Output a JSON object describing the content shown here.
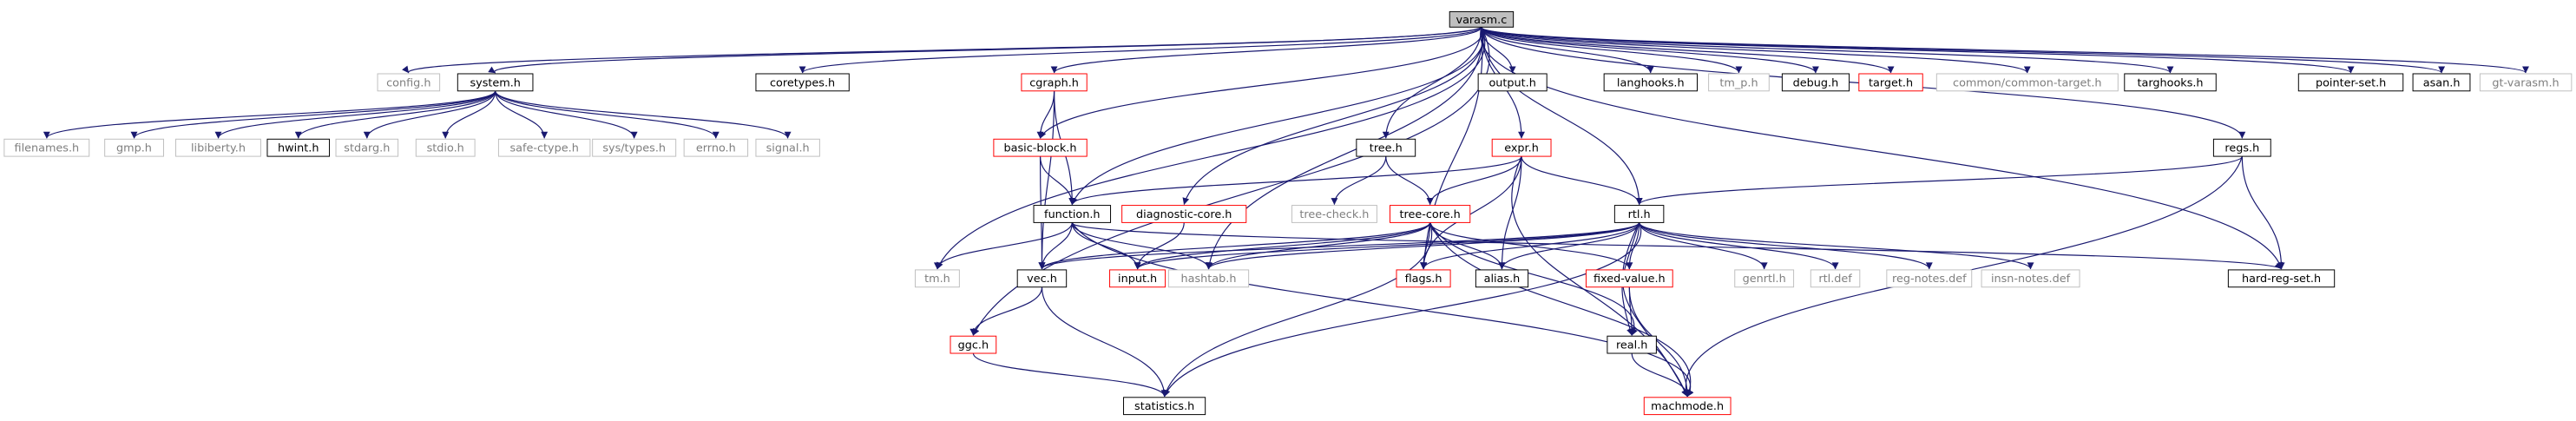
{
  "graph": {
    "root": "varasm.c",
    "colors": {
      "root_fill": "#bfbfbf",
      "border_documented": "#000000",
      "border_incomplete": "#ff0000",
      "border_external": "#bfbfbf",
      "edge": "#191970",
      "text": "#000000",
      "text_external": "#7f7f7f"
    },
    "nodes": [
      {
        "id": "varasm_c",
        "label": "varasm.c",
        "kind": "root"
      },
      {
        "id": "config_h",
        "label": "config.h",
        "kind": "external"
      },
      {
        "id": "system_h",
        "label": "system.h",
        "kind": "documented"
      },
      {
        "id": "coretypes_h",
        "label": "coretypes.h",
        "kind": "documented"
      },
      {
        "id": "cgraph_h",
        "label": "cgraph.h",
        "kind": "incomplete"
      },
      {
        "id": "output_h",
        "label": "output.h",
        "kind": "documented"
      },
      {
        "id": "langhooks_h",
        "label": "langhooks.h",
        "kind": "documented"
      },
      {
        "id": "tm_p_h",
        "label": "tm_p.h",
        "kind": "external"
      },
      {
        "id": "debug_h",
        "label": "debug.h",
        "kind": "documented"
      },
      {
        "id": "target_h",
        "label": "target.h",
        "kind": "incomplete"
      },
      {
        "id": "common_target_h",
        "label": "common/common-target.h",
        "kind": "external"
      },
      {
        "id": "targhooks_h",
        "label": "targhooks.h",
        "kind": "documented"
      },
      {
        "id": "pointer_set_h",
        "label": "pointer-set.h",
        "kind": "documented"
      },
      {
        "id": "asan_h",
        "label": "asan.h",
        "kind": "documented"
      },
      {
        "id": "gt_varasm_h",
        "label": "gt-varasm.h",
        "kind": "external"
      },
      {
        "id": "filenames_h",
        "label": "filenames.h",
        "kind": "external"
      },
      {
        "id": "gmp_h",
        "label": "gmp.h",
        "kind": "external"
      },
      {
        "id": "libiberty_h",
        "label": "libiberty.h",
        "kind": "external"
      },
      {
        "id": "hwint_h",
        "label": "hwint.h",
        "kind": "documented"
      },
      {
        "id": "stdarg_h",
        "label": "stdarg.h",
        "kind": "external"
      },
      {
        "id": "stdio_h",
        "label": "stdio.h",
        "kind": "external"
      },
      {
        "id": "safe_ctype_h",
        "label": "safe-ctype.h",
        "kind": "external"
      },
      {
        "id": "sys_types_h",
        "label": "sys/types.h",
        "kind": "external"
      },
      {
        "id": "errno_h",
        "label": "errno.h",
        "kind": "external"
      },
      {
        "id": "signal_h",
        "label": "signal.h",
        "kind": "external"
      },
      {
        "id": "basic_block_h",
        "label": "basic-block.h",
        "kind": "incomplete"
      },
      {
        "id": "tree_h",
        "label": "tree.h",
        "kind": "documented"
      },
      {
        "id": "expr_h",
        "label": "expr.h",
        "kind": "incomplete"
      },
      {
        "id": "regs_h",
        "label": "regs.h",
        "kind": "documented"
      },
      {
        "id": "function_h",
        "label": "function.h",
        "kind": "documented"
      },
      {
        "id": "diagnostic_core_h",
        "label": "diagnostic-core.h",
        "kind": "incomplete"
      },
      {
        "id": "tree_check_h",
        "label": "tree-check.h",
        "kind": "external"
      },
      {
        "id": "tree_core_h",
        "label": "tree-core.h",
        "kind": "incomplete"
      },
      {
        "id": "rtl_h",
        "label": "rtl.h",
        "kind": "documented"
      },
      {
        "id": "tm_h",
        "label": "tm.h",
        "kind": "external"
      },
      {
        "id": "vec_h",
        "label": "vec.h",
        "kind": "documented"
      },
      {
        "id": "input_h",
        "label": "input.h",
        "kind": "incomplete"
      },
      {
        "id": "hashtab_h",
        "label": "hashtab.h",
        "kind": "external"
      },
      {
        "id": "flags_h",
        "label": "flags.h",
        "kind": "incomplete"
      },
      {
        "id": "alias_h",
        "label": "alias.h",
        "kind": "documented"
      },
      {
        "id": "fixed_value_h",
        "label": "fixed-value.h",
        "kind": "incomplete"
      },
      {
        "id": "genrtl_h",
        "label": "genrtl.h",
        "kind": "external"
      },
      {
        "id": "rtl_def",
        "label": "rtl.def",
        "kind": "external"
      },
      {
        "id": "reg_notes_def",
        "label": "reg-notes.def",
        "kind": "external"
      },
      {
        "id": "insn_notes_def",
        "label": "insn-notes.def",
        "kind": "external"
      },
      {
        "id": "hard_reg_set_h",
        "label": "hard-reg-set.h",
        "kind": "documented"
      },
      {
        "id": "ggc_h",
        "label": "ggc.h",
        "kind": "incomplete"
      },
      {
        "id": "real_h",
        "label": "real.h",
        "kind": "documented"
      },
      {
        "id": "statistics_h",
        "label": "statistics.h",
        "kind": "documented"
      },
      {
        "id": "machmode_h",
        "label": "machmode.h",
        "kind": "incomplete"
      }
    ],
    "edges": [
      [
        "varasm_c",
        "config_h"
      ],
      [
        "varasm_c",
        "system_h"
      ],
      [
        "varasm_c",
        "coretypes_h"
      ],
      [
        "varasm_c",
        "cgraph_h"
      ],
      [
        "varasm_c",
        "output_h"
      ],
      [
        "varasm_c",
        "langhooks_h"
      ],
      [
        "varasm_c",
        "tm_p_h"
      ],
      [
        "varasm_c",
        "debug_h"
      ],
      [
        "varasm_c",
        "target_h"
      ],
      [
        "varasm_c",
        "common_target_h"
      ],
      [
        "varasm_c",
        "targhooks_h"
      ],
      [
        "varasm_c",
        "pointer_set_h"
      ],
      [
        "varasm_c",
        "asan_h"
      ],
      [
        "varasm_c",
        "gt_varasm_h"
      ],
      [
        "varasm_c",
        "basic_block_h"
      ],
      [
        "varasm_c",
        "tree_h"
      ],
      [
        "varasm_c",
        "expr_h"
      ],
      [
        "varasm_c",
        "regs_h"
      ],
      [
        "varasm_c",
        "function_h"
      ],
      [
        "varasm_c",
        "diagnostic_core_h"
      ],
      [
        "varasm_c",
        "rtl_h"
      ],
      [
        "varasm_c",
        "tm_h"
      ],
      [
        "varasm_c",
        "ggc_h"
      ],
      [
        "varasm_c",
        "hashtab_h"
      ],
      [
        "varasm_c",
        "flags_h"
      ],
      [
        "varasm_c",
        "hard_reg_set_h"
      ],
      [
        "system_h",
        "filenames_h"
      ],
      [
        "system_h",
        "gmp_h"
      ],
      [
        "system_h",
        "libiberty_h"
      ],
      [
        "system_h",
        "hwint_h"
      ],
      [
        "system_h",
        "stdarg_h"
      ],
      [
        "system_h",
        "stdio_h"
      ],
      [
        "system_h",
        "safe_ctype_h"
      ],
      [
        "system_h",
        "sys_types_h"
      ],
      [
        "system_h",
        "errno_h"
      ],
      [
        "system_h",
        "signal_h"
      ],
      [
        "cgraph_h",
        "basic_block_h"
      ],
      [
        "cgraph_h",
        "function_h"
      ],
      [
        "cgraph_h",
        "vec_h"
      ],
      [
        "basic_block_h",
        "function_h"
      ],
      [
        "basic_block_h",
        "vec_h"
      ],
      [
        "tree_h",
        "tree_check_h"
      ],
      [
        "tree_h",
        "tree_core_h"
      ],
      [
        "expr_h",
        "function_h"
      ],
      [
        "expr_h",
        "tree_core_h"
      ],
      [
        "expr_h",
        "rtl_h"
      ],
      [
        "expr_h",
        "flags_h"
      ],
      [
        "expr_h",
        "alias_h"
      ],
      [
        "expr_h",
        "machmode_h"
      ],
      [
        "regs_h",
        "rtl_h"
      ],
      [
        "regs_h",
        "hard_reg_set_h"
      ],
      [
        "regs_h",
        "machmode_h"
      ],
      [
        "function_h",
        "tm_h"
      ],
      [
        "function_h",
        "vec_h"
      ],
      [
        "function_h",
        "input_h"
      ],
      [
        "function_h",
        "hashtab_h"
      ],
      [
        "function_h",
        "hard_reg_set_h"
      ],
      [
        "function_h",
        "machmode_h"
      ],
      [
        "diagnostic_core_h",
        "input_h"
      ],
      [
        "tree_core_h",
        "vec_h"
      ],
      [
        "tree_core_h",
        "input_h"
      ],
      [
        "tree_core_h",
        "hashtab_h"
      ],
      [
        "tree_core_h",
        "flags_h"
      ],
      [
        "tree_core_h",
        "alias_h"
      ],
      [
        "tree_core_h",
        "statistics_h"
      ],
      [
        "tree_core_h",
        "real_h"
      ],
      [
        "tree_core_h",
        "fixed_value_h"
      ],
      [
        "tree_core_h",
        "machmode_h"
      ],
      [
        "rtl_h",
        "vec_h"
      ],
      [
        "rtl_h",
        "input_h"
      ],
      [
        "rtl_h",
        "hashtab_h"
      ],
      [
        "rtl_h",
        "flags_h"
      ],
      [
        "rtl_h",
        "alias_h"
      ],
      [
        "rtl_h",
        "fixed_value_h"
      ],
      [
        "rtl_h",
        "genrtl_h"
      ],
      [
        "rtl_h",
        "rtl_def"
      ],
      [
        "rtl_h",
        "reg_notes_def"
      ],
      [
        "rtl_h",
        "insn_notes_def"
      ],
      [
        "rtl_h",
        "real_h"
      ],
      [
        "rtl_h",
        "statistics_h"
      ],
      [
        "rtl_h",
        "machmode_h"
      ],
      [
        "vec_h",
        "ggc_h"
      ],
      [
        "vec_h",
        "statistics_h"
      ],
      [
        "ggc_h",
        "statistics_h"
      ],
      [
        "fixed_value_h",
        "real_h"
      ],
      [
        "fixed_value_h",
        "machmode_h"
      ],
      [
        "real_h",
        "machmode_h"
      ]
    ]
  }
}
